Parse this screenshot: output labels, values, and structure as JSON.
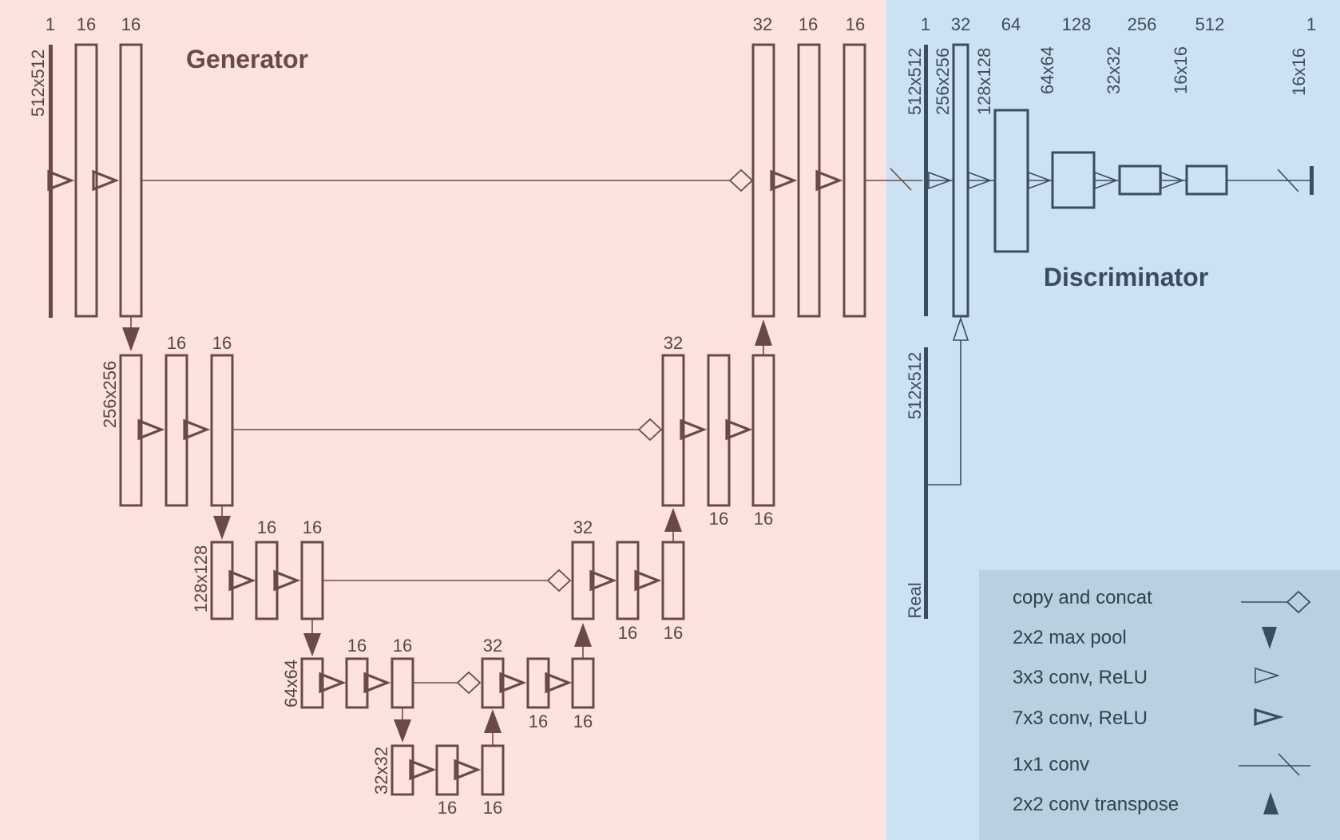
{
  "generator": {
    "title": "Generator",
    "enc1": {
      "dim": "512x512",
      "ch": [
        "1",
        "16",
        "16"
      ]
    },
    "enc2": {
      "dim": "256x256",
      "ch": [
        "16",
        "16"
      ]
    },
    "enc3": {
      "dim": "128x128",
      "ch": [
        "16",
        "16"
      ]
    },
    "enc4": {
      "dim": "64x64",
      "ch": [
        "16",
        "16"
      ]
    },
    "bottleneck": {
      "dim": "32x32",
      "ch": [
        "16",
        "16"
      ]
    },
    "dec4": {
      "ch": [
        "32",
        "16",
        "16"
      ]
    },
    "dec3": {
      "ch": [
        "32",
        "16",
        "16"
      ]
    },
    "dec2": {
      "ch": [
        "32",
        "16",
        "16"
      ]
    },
    "dec1": {
      "ch": [
        "32",
        "16",
        "16"
      ]
    }
  },
  "discriminator": {
    "title": "Discriminator",
    "input": {
      "ch": "1",
      "dim": "512x512"
    },
    "layers": [
      {
        "ch": "32",
        "dim": "256x256"
      },
      {
        "ch": "64",
        "dim": "128x128"
      },
      {
        "ch": "128",
        "dim": "64x64"
      },
      {
        "ch": "256",
        "dim": "32x32"
      },
      {
        "ch": "512",
        "dim": "16x16"
      },
      {
        "ch": "1",
        "dim": "16x16"
      }
    ],
    "real": {
      "dim": "512x512",
      "label": "Real"
    }
  },
  "legend": [
    {
      "label": "copy and concat",
      "icon": "copy-concat-icon"
    },
    {
      "label": "2x2 max pool",
      "icon": "max-pool-icon"
    },
    {
      "label": "3x3 conv, ReLU",
      "icon": "conv3x3-icon"
    },
    {
      "label": "7x3 conv, ReLU",
      "icon": "conv7x3-icon"
    },
    {
      "label": "1x1 conv",
      "icon": "conv1x1-icon"
    },
    {
      "label": "2x2 conv transpose",
      "icon": "conv-transpose-icon"
    }
  ],
  "colors": {
    "generator_bg": "#fde3df",
    "discriminator_bg": "#cce1f2",
    "legend_bg": "#b9d0e0",
    "generator_stroke": "#6b4a46",
    "discriminator_stroke": "#3a4d5e"
  }
}
